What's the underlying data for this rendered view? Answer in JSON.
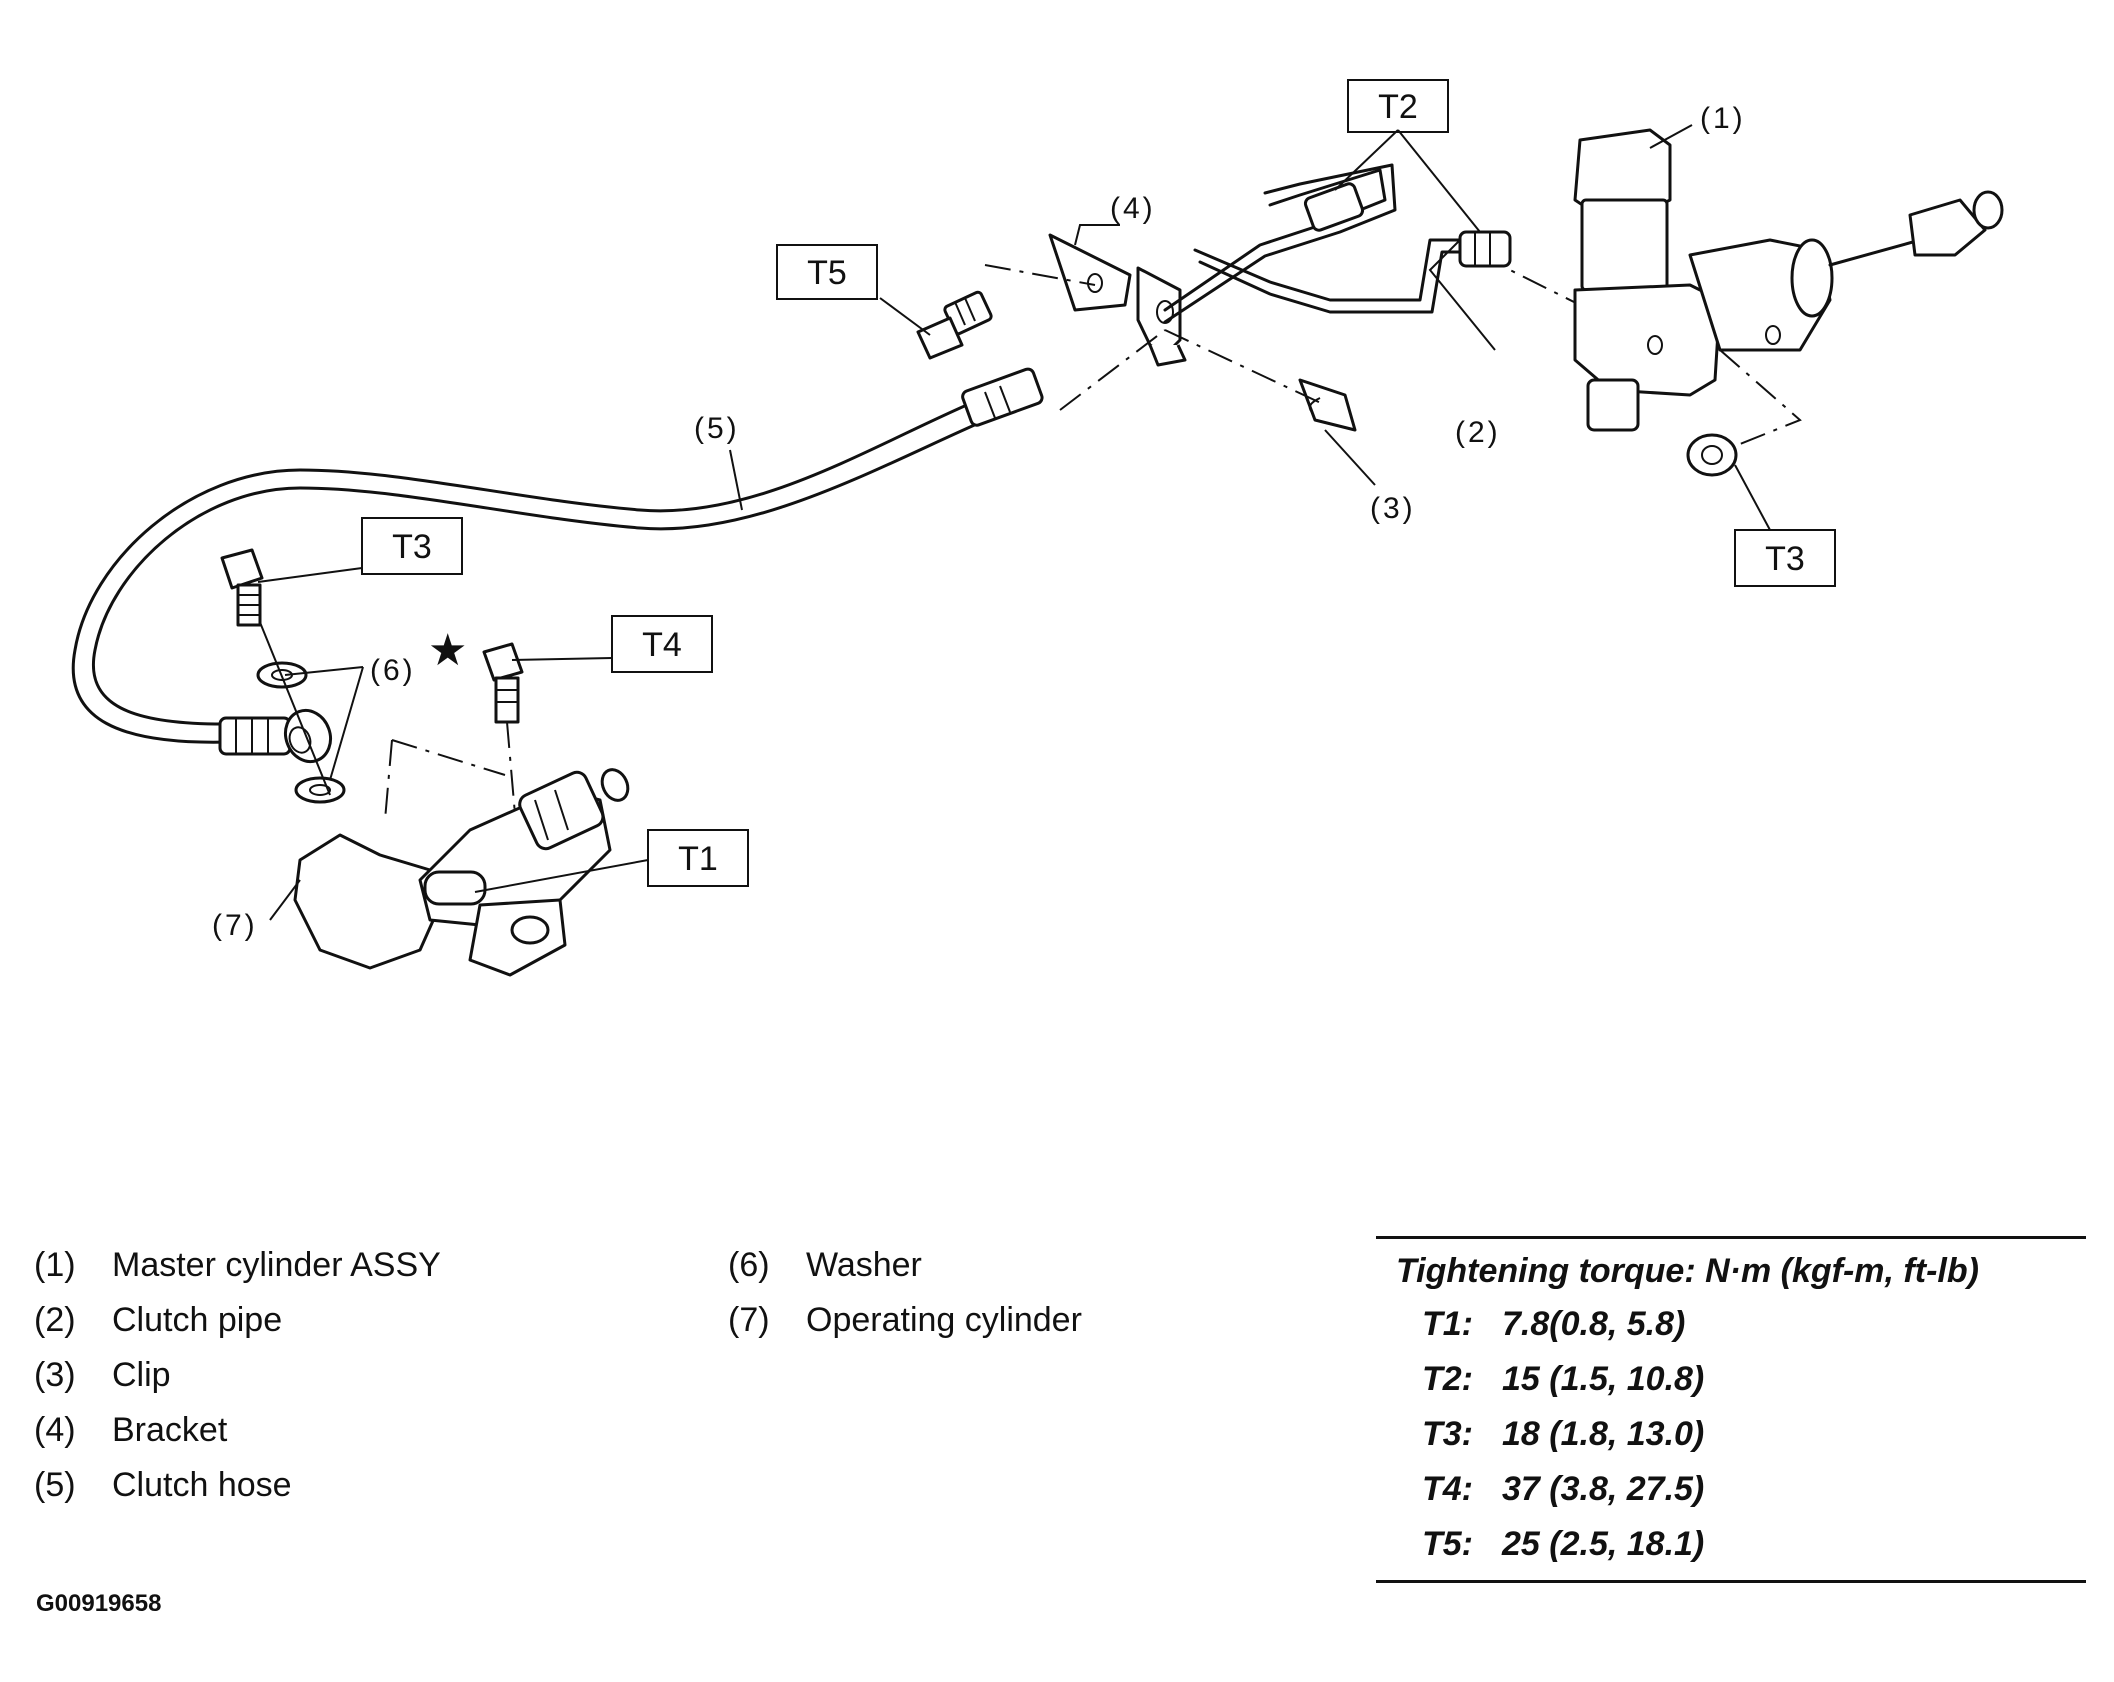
{
  "callouts": {
    "c1": "(1)",
    "c2": "(2)",
    "c3": "(3)",
    "c4": "(4)",
    "c5": "(5)",
    "c6": "(6)",
    "c7": "(7)"
  },
  "torque_boxes": {
    "t1": "T1",
    "t2": "T2",
    "t3_top": "T3",
    "t3_left": "T3",
    "t4": "T4",
    "t5": "T5"
  },
  "star_symbol": "★",
  "legend": {
    "left": [
      {
        "num": "(1)",
        "name": "Master cylinder ASSY"
      },
      {
        "num": "(2)",
        "name": "Clutch pipe"
      },
      {
        "num": "(3)",
        "name": "Clip"
      },
      {
        "num": "(4)",
        "name": "Bracket"
      },
      {
        "num": "(5)",
        "name": "Clutch hose"
      }
    ],
    "right": [
      {
        "num": "(6)",
        "name": "Washer"
      },
      {
        "num": "(7)",
        "name": "Operating cylinder"
      }
    ]
  },
  "torque_table": {
    "title": "Tightening torque: N·m (kgf-m, ft-lb)",
    "rows": [
      {
        "key": "T1:",
        "value": "7.8(0.8, 5.8)"
      },
      {
        "key": "T2:",
        "value": "15 (1.5, 10.8)"
      },
      {
        "key": "T3:",
        "value": "18 (1.8, 13.0)"
      },
      {
        "key": "T4:",
        "value": "37 (3.8, 27.5)"
      },
      {
        "key": "T5:",
        "value": "25 (2.5, 18.1)"
      }
    ]
  },
  "figure_code": "G00919658"
}
